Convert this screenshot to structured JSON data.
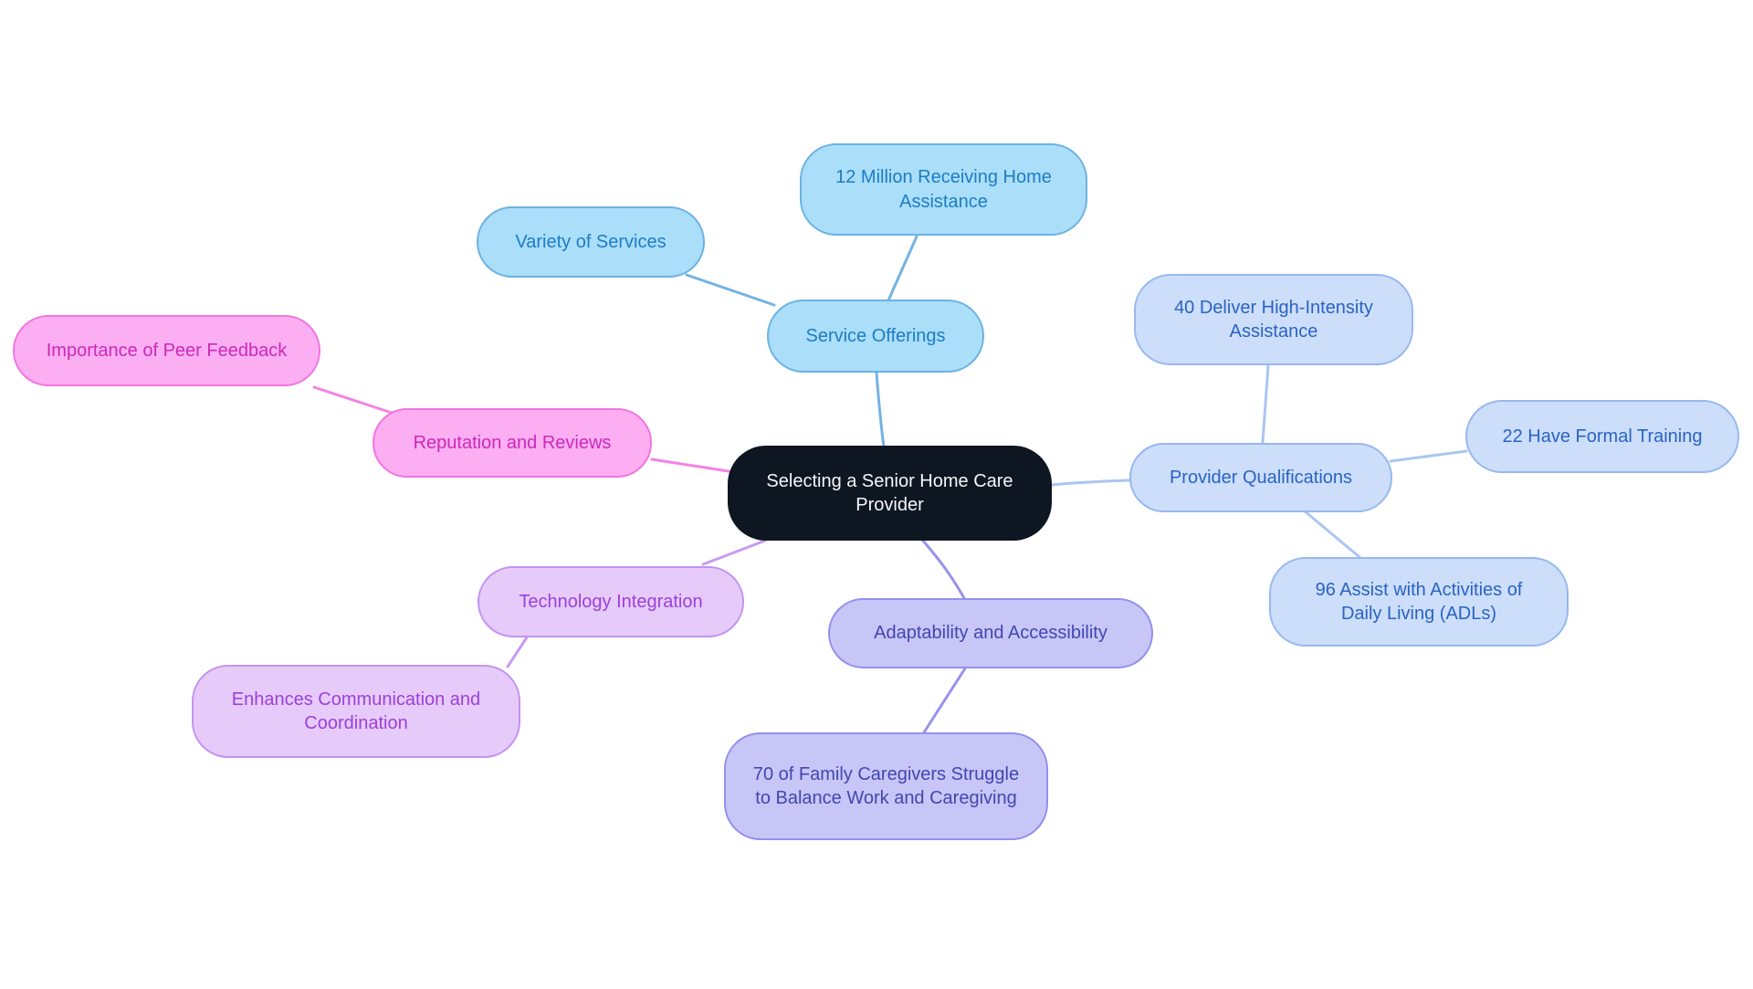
{
  "diagram_type": "mindmap",
  "colors": {
    "background": "#ffffff",
    "central_fill": "#0e1621",
    "central_text": "#f5f7fa",
    "blue_fill": "#abdef9",
    "blue_border": "#6cb2e2",
    "blue_text": "#1c7dc5",
    "periwinkle_fill": "#ccdef9",
    "periwinkle_border": "#97b8ef",
    "periwinkle_text": "#2a63c5",
    "pink_fill": "#fcaef3",
    "pink_border": "#f175e0",
    "pink_text": "#cb29b8",
    "purple_fill": "#e6cbfa",
    "purple_border": "#c392ee",
    "purple_text": "#9c3fdb",
    "lavender_fill": "#c7c6f7",
    "lavender_border": "#9390ec",
    "lavender_text": "#4246b0"
  },
  "mindmap": {
    "center": {
      "label": "Selecting a Senior Home Care Provider"
    },
    "branches": [
      {
        "label": "Service Offerings",
        "color": "#abdef9",
        "children": [
          {
            "label": "Variety of Services"
          },
          {
            "label": "12 Million Receiving Home Assistance"
          }
        ]
      },
      {
        "label": "Provider Qualifications",
        "color": "#ccdef9",
        "children": [
          {
            "label": "40 Deliver High-Intensity Assistance"
          },
          {
            "label": "22 Have Formal Training"
          },
          {
            "label": "96 Assist with Activities of Daily Living (ADLs)"
          }
        ]
      },
      {
        "label": "Reputation and Reviews",
        "color": "#fcaef3",
        "children": [
          {
            "label": "Importance of Peer Feedback"
          }
        ]
      },
      {
        "label": "Technology Integration",
        "color": "#e6cbfa",
        "children": [
          {
            "label": "Enhances Communication and Coordination"
          }
        ]
      },
      {
        "label": "Adaptability and Accessibility",
        "color": "#c7c6f7",
        "children": [
          {
            "label": "70 of Family Caregivers Struggle to Balance Work and Caregiving"
          }
        ]
      }
    ]
  }
}
